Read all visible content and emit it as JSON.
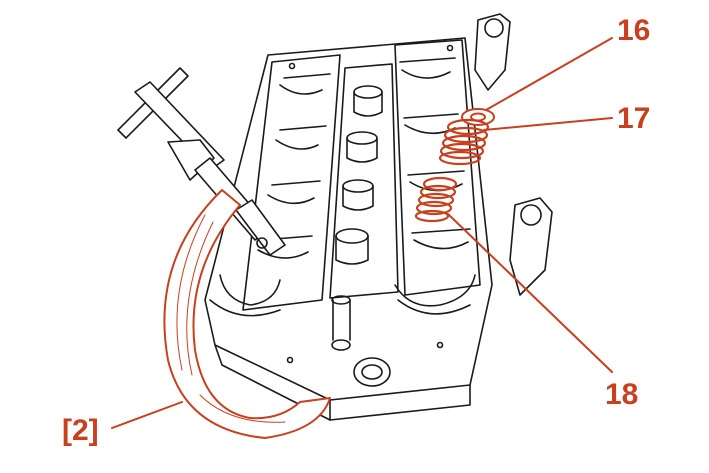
{
  "labels": {
    "part_16": "16",
    "part_17": "17",
    "part_18": "18",
    "tool_2": "[2]"
  },
  "colors": {
    "accent": "#c8401e",
    "outline": "#1a1a1a",
    "background": "#ffffff"
  }
}
